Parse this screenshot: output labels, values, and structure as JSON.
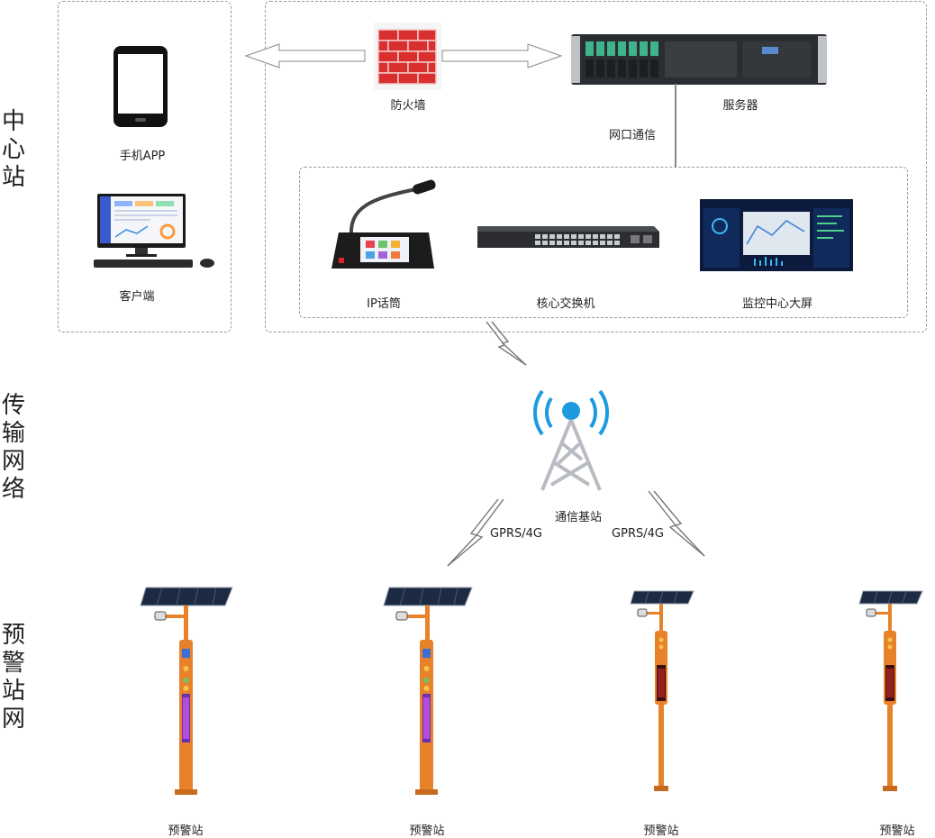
{
  "sections": {
    "center": [
      "中",
      "心",
      "站"
    ],
    "transport": [
      "传",
      "输",
      "网",
      "络"
    ],
    "warning": [
      "预",
      "警",
      "站",
      "网"
    ]
  },
  "labels": {
    "phone_app": "手机APP",
    "client": "客户端",
    "firewall": "防火墙",
    "server": "服务器",
    "network_port": "网口通信",
    "ip_mic": "IP话筒",
    "core_switch": "核心交换机",
    "monitor_screen": "监控中心大屏",
    "base_station": "通信基站",
    "gprs_left": "GPRS/4G",
    "gprs_right": "GPRS/4G",
    "station_1": "预警站",
    "station_2": "预警站",
    "station_3": "预警站",
    "station_4": "预警站"
  },
  "colors": {
    "pole_orange": "#e8822a",
    "dashed_border": "#9a9a9a",
    "signal_blue": "#1e9be0"
  }
}
